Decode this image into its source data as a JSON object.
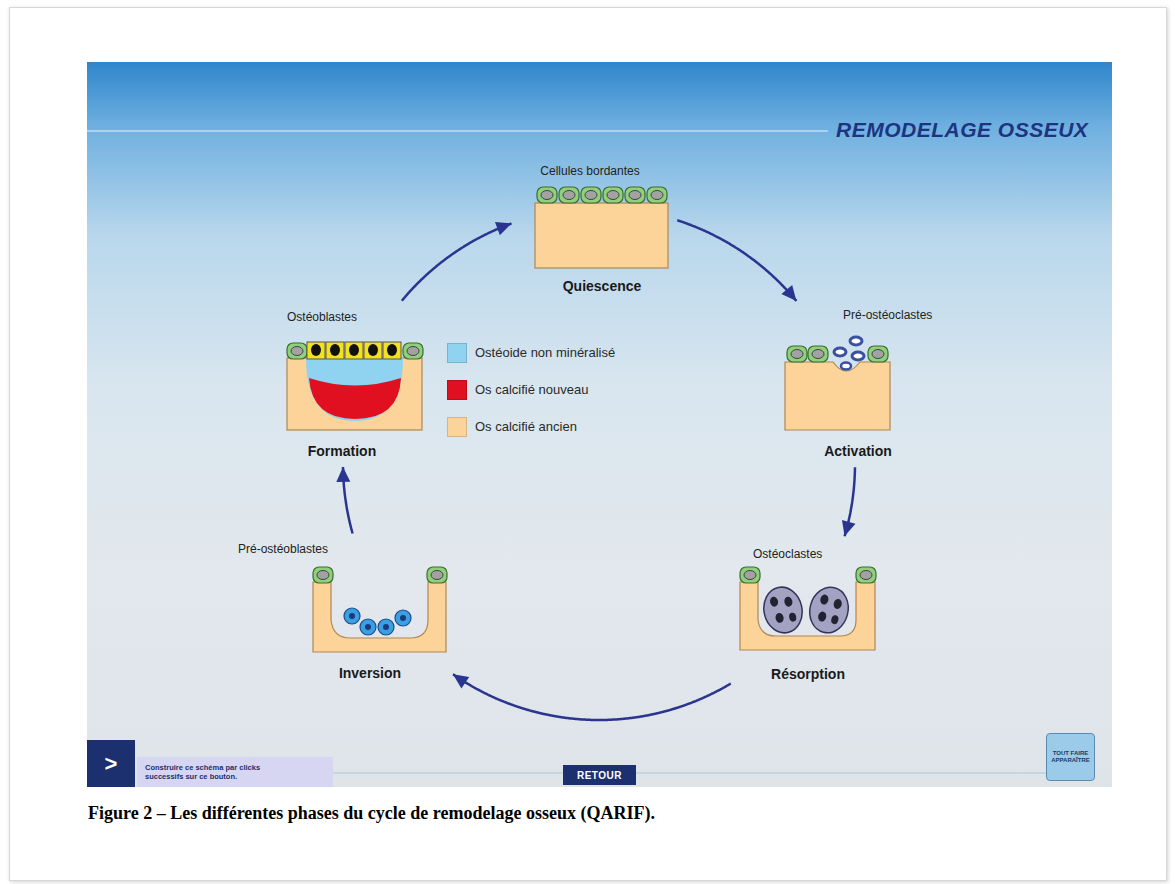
{
  "diagram": {
    "title": "REMODELAGE OSSEUX",
    "caption": "Figure 2 – Les différentes phases du cycle de remodelage osseux (QARIF).",
    "nodes": [
      {
        "text": [
          "Cellules bordantes",
          "Quiescence"
        ]
      },
      {
        "text": [
          "Pré-ostéoclastes",
          "Activation"
        ]
      },
      {
        "text": [
          "Ostéoclastes",
          "Résorption"
        ]
      },
      {
        "text": [
          "Pré-ostéoblastes",
          "Inversion"
        ]
      },
      {
        "text": [
          "Ostéoblastes",
          "Formation"
        ]
      },
      {
        "text": [
          ">"
        ]
      },
      {
        "text": [
          "Construire ce schéma par clicks successifs sur ce bouton."
        ]
      },
      {
        "text": [
          "RETOUR"
        ]
      },
      {
        "text": [
          "TOUT FAIRE APPARAÎTRE"
        ]
      }
    ],
    "edges": [
      {
        "from": 0,
        "to": 1,
        "arrow": "to"
      },
      {
        "from": 1,
        "to": 2,
        "arrow": "to"
      },
      {
        "from": 2,
        "to": 3,
        "arrow": "to"
      },
      {
        "from": 3,
        "to": 4,
        "arrow": "to"
      },
      {
        "from": 4,
        "to": 0,
        "arrow": "to"
      }
    ],
    "legend": [
      {
        "text": "Ostéoide non minéralisé",
        "color": "#8fd3f0"
      },
      {
        "text": "Os calcifié nouveau",
        "color": "#e01020"
      },
      {
        "text": "Os calcifié ancien",
        "color": "#fcd49a"
      }
    ]
  }
}
